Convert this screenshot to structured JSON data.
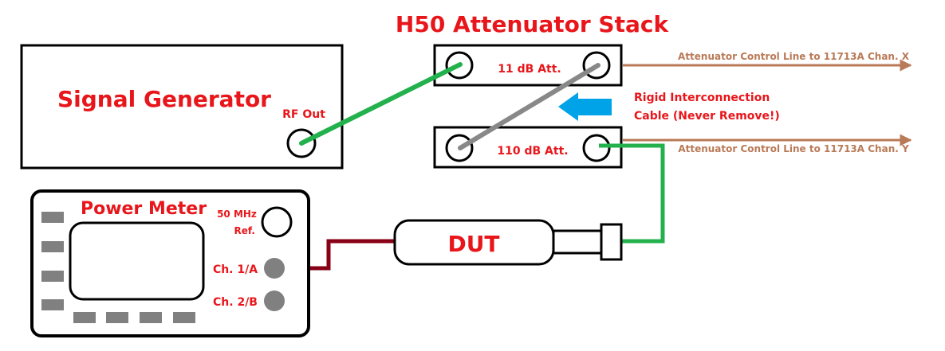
{
  "title": "H50 Attenuator Stack",
  "signal_generator": {
    "label": "Signal Generator",
    "port_label": "RF Out"
  },
  "attenuators": [
    {
      "label": "11 dB Att.",
      "control_line": "Attenuator Control Line to 11713A Chan. X"
    },
    {
      "label": "110 dB Att.",
      "control_line": "Attenuator Control Line to 11713A Chan. Y"
    }
  ],
  "interconnect_note": {
    "line1": "Rigid Interconnection",
    "line2": "Cable (Never Remove!)"
  },
  "power_meter": {
    "label": "Power Meter",
    "ref_line1": "50 MHz",
    "ref_line2": "Ref.",
    "ch1_label": "Ch. 1/A",
    "ch2_label": "Ch. 2/B"
  },
  "dut": {
    "label": "DUT"
  },
  "colors": {
    "label_red": "#e8161b",
    "control_line_brown": "#b97a57",
    "cable_green": "#22b14c",
    "cable_gray": "#888888",
    "cable_maroon": "#880015",
    "arrow_blue": "#00a2e8"
  }
}
